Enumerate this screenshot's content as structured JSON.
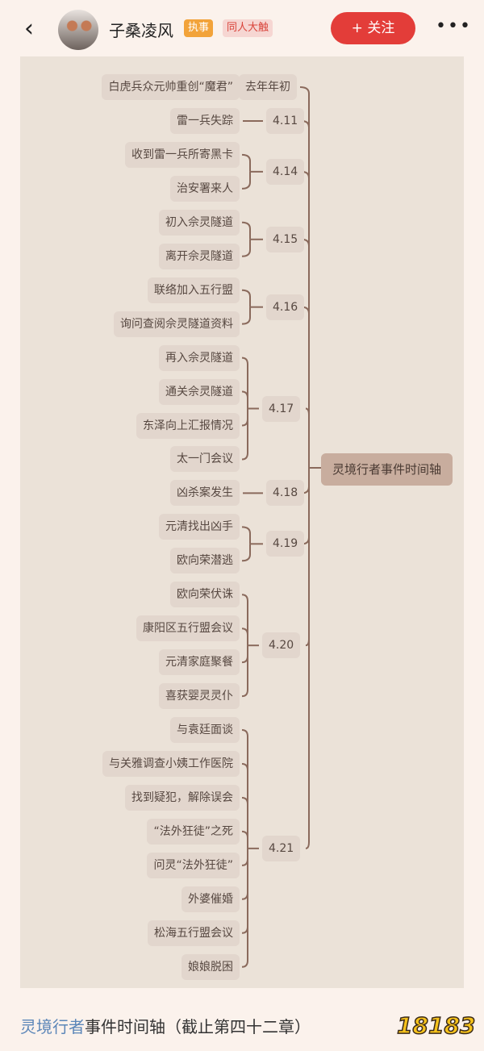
{
  "header": {
    "back_icon": "chevron-left-icon",
    "username": "子桑凌风",
    "badges": [
      "执事",
      "同人大触"
    ],
    "follow_label": "+ 关注",
    "more_icon": "more-dots-icon"
  },
  "mindmap": {
    "root": "灵境行者事件时间轴",
    "groups": [
      {
        "date": "去年年初",
        "events": [
          "白虎兵众元帅重创“魔君”"
        ]
      },
      {
        "date": "4.11",
        "events": [
          "雷一兵失踪"
        ]
      },
      {
        "date": "4.14",
        "events": [
          "收到雷一兵所寄黑卡",
          "治安署来人"
        ]
      },
      {
        "date": "4.15",
        "events": [
          "初入佘灵隧道",
          "离开佘灵隧道"
        ]
      },
      {
        "date": "4.16",
        "events": [
          "联络加入五行盟",
          "询问查阅佘灵隧道资料"
        ]
      },
      {
        "date": "4.17",
        "events": [
          "再入佘灵隧道",
          "通关佘灵隧道",
          "东泽向上汇报情况",
          "太一门会议"
        ]
      },
      {
        "date": "4.18",
        "events": [
          "凶杀案发生"
        ]
      },
      {
        "date": "4.19",
        "events": [
          "元清找出凶手",
          "欧向荣潜逃"
        ]
      },
      {
        "date": "4.20",
        "events": [
          "欧向荣伏诛",
          "康阳区五行盟会议",
          "元清家庭聚餐",
          "喜获婴灵灵仆"
        ]
      },
      {
        "date": "4.21",
        "events": [
          "与袁廷面谈",
          "与关雅调查小姨工作医院",
          "找到疑犯，解除误会",
          "“法外狂徒”之死",
          "问灵“法外狂徒”",
          "外婆催婚",
          "松海五行盟会议",
          "娘娘脱困"
        ]
      }
    ],
    "line_color": "#8a6a5c"
  },
  "caption": {
    "highlight": "灵境行者",
    "rest": "事件时间轴（截止第四十二章）"
  },
  "logo": "18183"
}
